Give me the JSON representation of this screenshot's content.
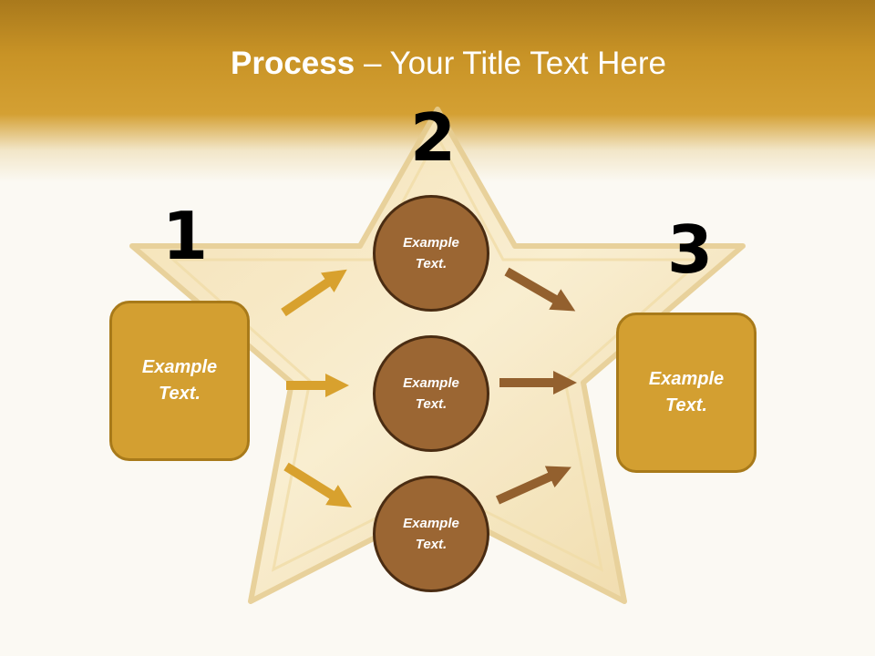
{
  "title": {
    "bold": "Process",
    "rest": " – Your Title Text Here"
  },
  "steps": [
    {
      "number": "1",
      "text": "Example Text."
    },
    {
      "number": "2",
      "circles": [
        "Example Text.",
        "Example Text.",
        "Example Text."
      ]
    },
    {
      "number": "3",
      "text": "Example Text."
    }
  ],
  "colors": {
    "header": "#c89326",
    "box_fill": "#d39f31",
    "circle_fill": "#9b6633",
    "arrow_gold": "#d8a12e",
    "arrow_brown": "#93602e"
  }
}
